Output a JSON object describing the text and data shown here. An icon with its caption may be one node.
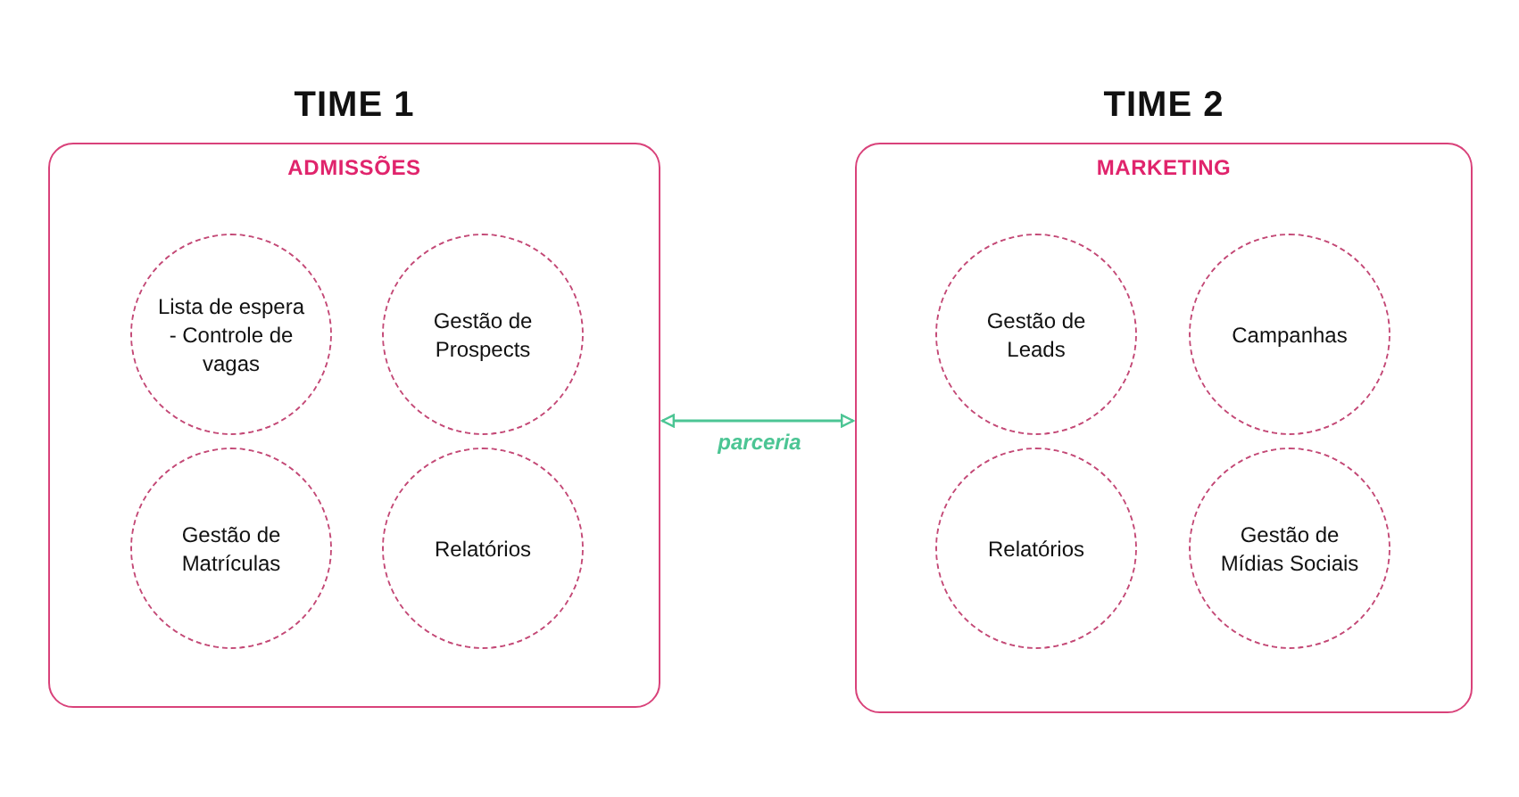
{
  "diagram": {
    "nodes": [
      {
        "text": [
          "TIME 1",
          "ADMISSÕES"
        ]
      },
      {
        "text": [
          "Lista de espera - Controle de vagas"
        ],
        "in": 0
      },
      {
        "text": [
          "Gestão de Prospects"
        ],
        "in": 0
      },
      {
        "text": [
          "Gestão de Matrículas"
        ],
        "in": 0
      },
      {
        "text": [
          "Relatórios"
        ],
        "in": 0
      },
      {
        "text": [
          "TIME 2",
          "MARKETING"
        ]
      },
      {
        "text": [
          "Gestão de Leads"
        ],
        "in": 5
      },
      {
        "text": [
          "Campanhas"
        ],
        "in": 5
      },
      {
        "text": [
          "Relatórios"
        ],
        "in": 5
      },
      {
        "text": [
          "Gestão de Mídias Sociais"
        ],
        "in": 5
      }
    ],
    "edges": [
      {
        "from": 0,
        "to": 5,
        "arrow": "both",
        "label": "parceria",
        "color": "#4cc594"
      }
    ]
  }
}
